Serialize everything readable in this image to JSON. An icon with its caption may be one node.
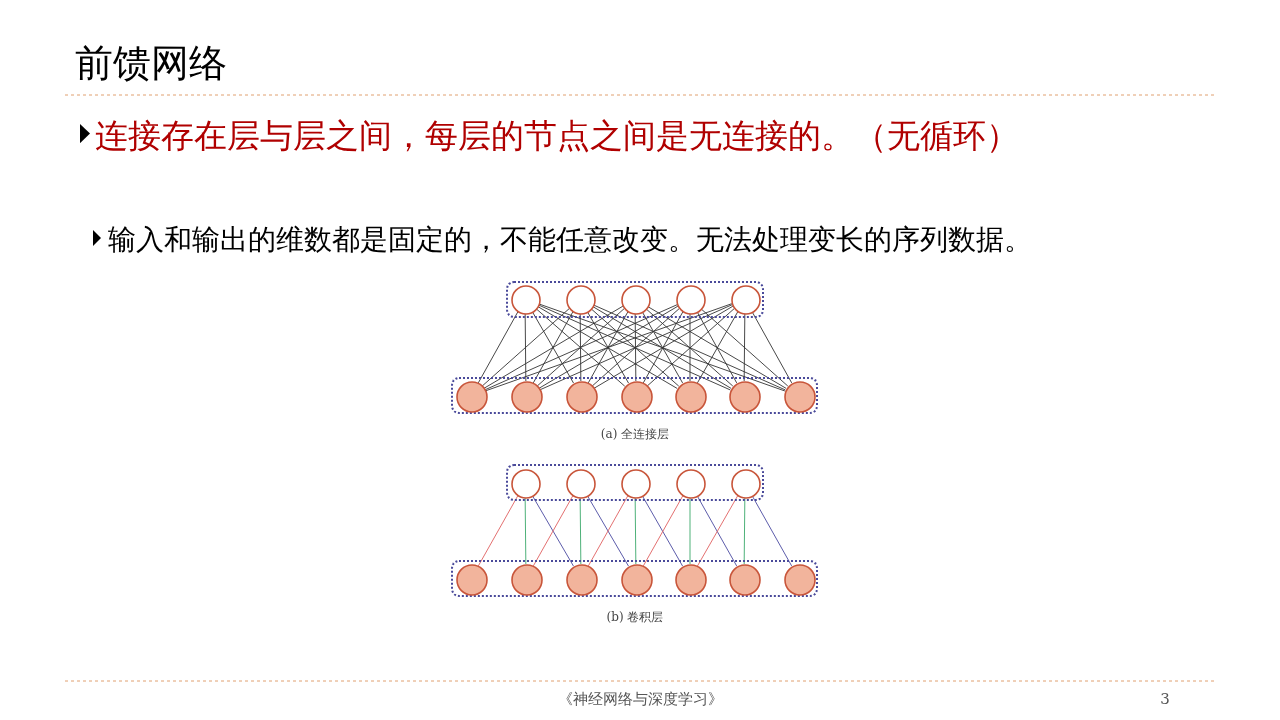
{
  "diagram": {
    "title": "前馈网络",
    "nodes": [
      {
        "text": [],
        "shape": "box"
      },
      {
        "text": [],
        "shape": "circle",
        "in": 0
      },
      {
        "text": [],
        "shape": "circle",
        "in": 0
      },
      {
        "text": [],
        "shape": "circle",
        "in": 0
      },
      {
        "text": [],
        "shape": "circle",
        "in": 0
      },
      {
        "text": [],
        "shape": "circle",
        "in": 0
      },
      {
        "text": [],
        "shape": "box"
      },
      {
        "text": [],
        "shape": "circle",
        "in": 6
      },
      {
        "text": [],
        "shape": "circle",
        "in": 6
      },
      {
        "text": [],
        "shape": "circle",
        "in": 6
      },
      {
        "text": [],
        "shape": "circle",
        "in": 6
      },
      {
        "text": [],
        "shape": "circle",
        "in": 6
      },
      {
        "text": [],
        "shape": "circle",
        "in": 6
      },
      {
        "text": [],
        "shape": "circle",
        "in": 6
      },
      {
        "text": [],
        "shape": "box"
      },
      {
        "text": [],
        "shape": "circle",
        "in": 14
      },
      {
        "text": [],
        "shape": "circle",
        "in": 14
      },
      {
        "text": [],
        "shape": "circle",
        "in": 14
      },
      {
        "text": [],
        "shape": "circle",
        "in": 14
      },
      {
        "text": [],
        "shape": "circle",
        "in": 14
      },
      {
        "text": [],
        "shape": "box"
      },
      {
        "text": [],
        "shape": "circle",
        "in": 20
      },
      {
        "text": [],
        "shape": "circle",
        "in": 20
      },
      {
        "text": [],
        "shape": "circle",
        "in": 20
      },
      {
        "text": [],
        "shape": "circle",
        "in": 20
      },
      {
        "text": [],
        "shape": "circle",
        "in": 20
      },
      {
        "text": [],
        "shape": "circle",
        "in": 20
      },
      {
        "text": [],
        "shape": "circle",
        "in": 20
      }
    ],
    "edges": [
      {
        "from": 1,
        "to": 7,
        "arrow": "none"
      },
      {
        "from": 1,
        "to": 8,
        "arrow": "none"
      },
      {
        "from": 1,
        "to": 9,
        "arrow": "none"
      },
      {
        "from": 1,
        "to": 10,
        "arrow": "none"
      },
      {
        "from": 1,
        "to": 11,
        "arrow": "none"
      },
      {
        "from": 1,
        "to": 12,
        "arrow": "none"
      },
      {
        "from": 1,
        "to": 13,
        "arrow": "none"
      },
      {
        "from": 2,
        "to": 7,
        "arrow": "none"
      },
      {
        "from": 2,
        "to": 8,
        "arrow": "none"
      },
      {
        "from": 2,
        "to": 9,
        "arrow": "none"
      },
      {
        "from": 2,
        "to": 10,
        "arrow": "none"
      },
      {
        "from": 2,
        "to": 11,
        "arrow": "none"
      },
      {
        "from": 2,
        "to": 12,
        "arrow": "none"
      },
      {
        "from": 2,
        "to": 13,
        "arrow": "none"
      },
      {
        "from": 3,
        "to": 7,
        "arrow": "none"
      },
      {
        "from": 3,
        "to": 8,
        "arrow": "none"
      },
      {
        "from": 3,
        "to": 9,
        "arrow": "none"
      },
      {
        "from": 3,
        "to": 10,
        "arrow": "none"
      },
      {
        "from": 3,
        "to": 11,
        "arrow": "none"
      },
      {
        "from": 3,
        "to": 12,
        "arrow": "none"
      },
      {
        "from": 3,
        "to": 13,
        "arrow": "none"
      },
      {
        "from": 4,
        "to": 7,
        "arrow": "none"
      },
      {
        "from": 4,
        "to": 8,
        "arrow": "none"
      },
      {
        "from": 4,
        "to": 9,
        "arrow": "none"
      },
      {
        "from": 4,
        "to": 10,
        "arrow": "none"
      },
      {
        "from": 4,
        "to": 11,
        "arrow": "none"
      },
      {
        "from": 4,
        "to": 12,
        "arrow": "none"
      },
      {
        "from": 4,
        "to": 13,
        "arrow": "none"
      },
      {
        "from": 5,
        "to": 7,
        "arrow": "none"
      },
      {
        "from": 5,
        "to": 8,
        "arrow": "none"
      },
      {
        "from": 5,
        "to": 9,
        "arrow": "none"
      },
      {
        "from": 5,
        "to": 10,
        "arrow": "none"
      },
      {
        "from": 5,
        "to": 11,
        "arrow": "none"
      },
      {
        "from": 5,
        "to": 12,
        "arrow": "none"
      },
      {
        "from": 5,
        "to": 13,
        "arrow": "none"
      },
      {
        "from": 15,
        "to": 21,
        "arrow": "none",
        "color": "#e06060"
      },
      {
        "from": 15,
        "to": 22,
        "arrow": "none",
        "color": "#3aa86a"
      },
      {
        "from": 15,
        "to": 23,
        "arrow": "none",
        "color": "#4a4aa0"
      },
      {
        "from": 16,
        "to": 22,
        "arrow": "none",
        "color": "#e06060"
      },
      {
        "from": 16,
        "to": 23,
        "arrow": "none",
        "color": "#3aa86a"
      },
      {
        "from": 16,
        "to": 24,
        "arrow": "none",
        "color": "#4a4aa0"
      },
      {
        "from": 17,
        "to": 23,
        "arrow": "none",
        "color": "#e06060"
      },
      {
        "from": 17,
        "to": 24,
        "arrow": "none",
        "color": "#3aa86a"
      },
      {
        "from": 17,
        "to": 25,
        "arrow": "none",
        "color": "#4a4aa0"
      },
      {
        "from": 18,
        "to": 24,
        "arrow": "none",
        "color": "#e06060"
      },
      {
        "from": 18,
        "to": 25,
        "arrow": "none",
        "color": "#3aa86a"
      },
      {
        "from": 18,
        "to": 26,
        "arrow": "none",
        "color": "#4a4aa0"
      },
      {
        "from": 19,
        "to": 25,
        "arrow": "none",
        "color": "#e06060"
      },
      {
        "from": 19,
        "to": 26,
        "arrow": "none",
        "color": "#3aa86a"
      },
      {
        "from": 19,
        "to": 27,
        "arrow": "none",
        "color": "#4a4aa0"
      }
    ],
    "labels": [
      "连接存在层与层之间，每层的节点之间是无连接的。（无循环）",
      "输入和输出的维数都是固定的，不能任意改变。无法处理变长的序列数据。",
      "(a) 全连接层",
      "(b) 卷积层",
      "《神经网络与深度学习》",
      "3"
    ]
  }
}
